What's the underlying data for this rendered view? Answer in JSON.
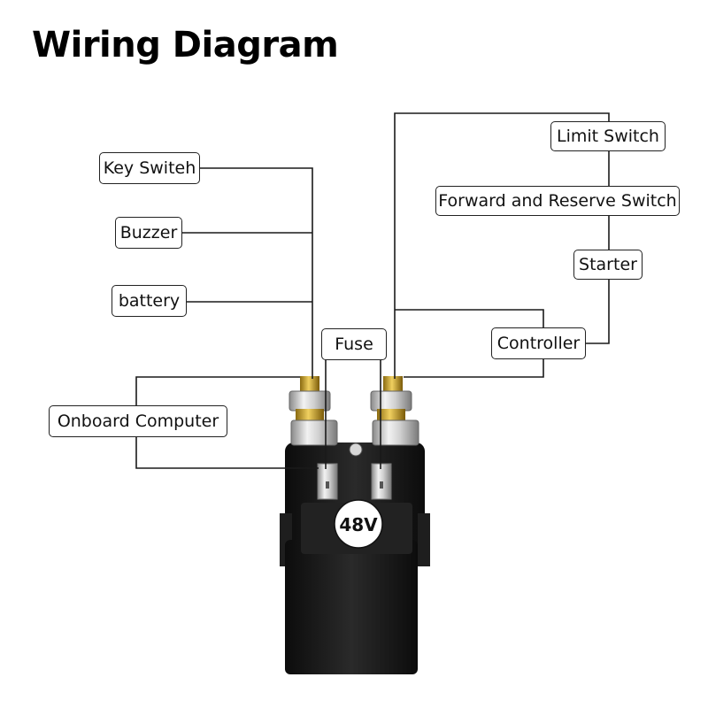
{
  "title": "Wiring Diagram",
  "labels": {
    "key_switch": "Key Switeh",
    "buzzer": "Buzzer",
    "battery": "battery",
    "fuse": "Fuse",
    "onboard_computer": "Onboard Computer",
    "limit_switch": "Limit Switch",
    "forward_reverse_switch": "Forward and Reserve Switch",
    "starter": "Starter",
    "controller": "Controller"
  },
  "device": {
    "voltage_badge": "48V",
    "colors": {
      "body": "#141414",
      "terminal": "#c8c8c8",
      "brass": "#c9a227",
      "wire": "#1a1a1a"
    }
  }
}
